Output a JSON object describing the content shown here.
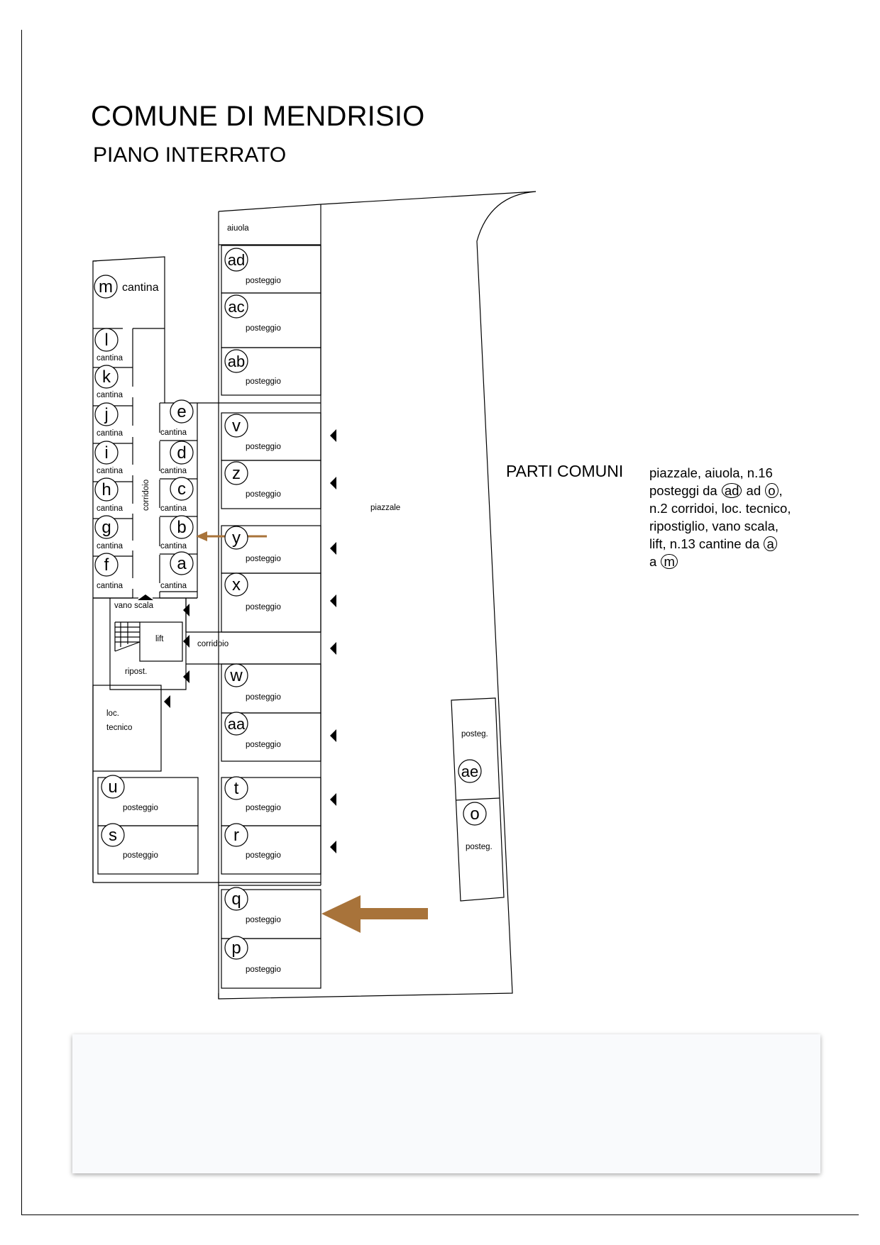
{
  "header": {
    "title": "COMUNE DI MENDRISIO",
    "subtitle": "PIANO INTERRATO"
  },
  "parti_comuni": {
    "title": "PARTI COMUNI",
    "line1": "piazzale, aiuola, n.16",
    "line2_pre": "posteggi da",
    "line2_c1": "ad",
    "line2_mid": "ad",
    "line2_c2": "o",
    "line2_post": ",",
    "line3": "n.2 corridoi, loc. tecnico,",
    "line4": "ripostiglio, vano scala,",
    "line5_pre": "lift, n.13 cantine da",
    "line5_c1": "a",
    "line6_pre": "a",
    "line6_c1": "m"
  },
  "labels": {
    "aiuola": "aiuola",
    "piazzale": "piazzale",
    "corridoio_vertical": "corridoio",
    "corridoio": "corridoio",
    "vano_scala": "vano scala",
    "lift": "lift",
    "ripost": "ripost.",
    "loc": "loc.",
    "tecnico": "tecnico",
    "posteg": "posteg."
  },
  "units": [
    {
      "id": "m",
      "type": "cantina"
    },
    {
      "id": "l",
      "type": "cantina"
    },
    {
      "id": "k",
      "type": "cantina"
    },
    {
      "id": "j",
      "type": "cantina"
    },
    {
      "id": "i",
      "type": "cantina"
    },
    {
      "id": "h",
      "type": "cantina"
    },
    {
      "id": "g",
      "type": "cantina"
    },
    {
      "id": "f",
      "type": "cantina"
    },
    {
      "id": "e",
      "type": "cantina"
    },
    {
      "id": "d",
      "type": "cantina"
    },
    {
      "id": "c",
      "type": "cantina"
    },
    {
      "id": "b",
      "type": "cantina"
    },
    {
      "id": "a",
      "type": "cantina"
    },
    {
      "id": "ad",
      "type": "posteggio"
    },
    {
      "id": "ac",
      "type": "posteggio"
    },
    {
      "id": "ab",
      "type": "posteggio"
    },
    {
      "id": "v",
      "type": "posteggio"
    },
    {
      "id": "z",
      "type": "posteggio"
    },
    {
      "id": "y",
      "type": "posteggio"
    },
    {
      "id": "x",
      "type": "posteggio"
    },
    {
      "id": "w",
      "type": "posteggio"
    },
    {
      "id": "aa",
      "type": "posteggio"
    },
    {
      "id": "t",
      "type": "posteggio"
    },
    {
      "id": "r",
      "type": "posteggio"
    },
    {
      "id": "u",
      "type": "posteggio"
    },
    {
      "id": "s",
      "type": "posteggio"
    },
    {
      "id": "q",
      "type": "posteggio"
    },
    {
      "id": "p",
      "type": "posteggio"
    },
    {
      "id": "ae",
      "type": "posteg."
    },
    {
      "id": "o",
      "type": "posteg."
    }
  ],
  "colors": {
    "arrow": "#a8733a",
    "line": "#000000",
    "note_bg": "#f9fafc"
  }
}
